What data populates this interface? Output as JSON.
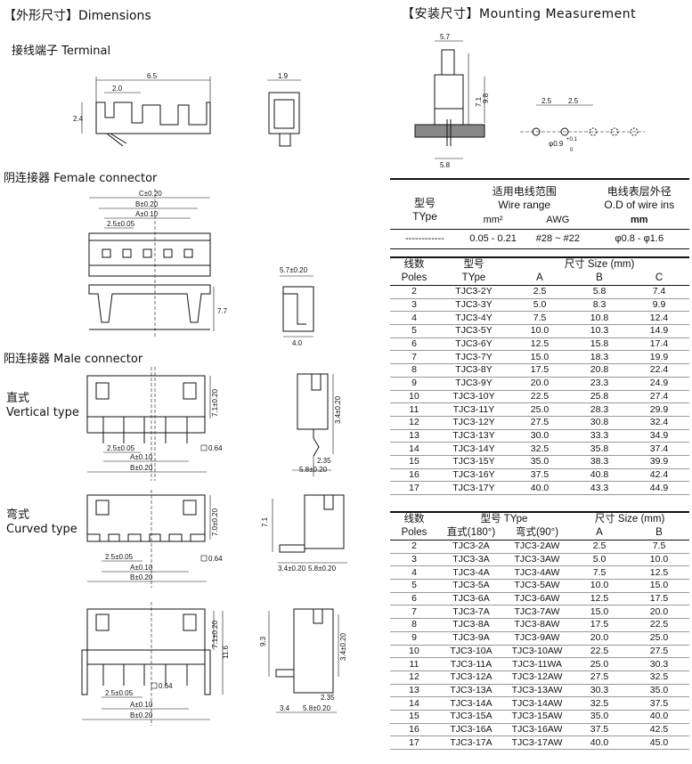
{
  "left": {
    "title": "【外形尺寸】Dimensions",
    "terminal": "接线端子 Terminal",
    "female": "阴连接器 Female connector",
    "male": "阳连接器 Male connector",
    "vertical_cn": "直式",
    "vertical_en": "Vertical type",
    "curved_cn": "弯式",
    "curved_en": "Curved type"
  },
  "right": {
    "title": "【安装尺寸】Mounting Measurement"
  },
  "dims": {
    "t_65": "6.5",
    "t_20": "2.0",
    "t_24": "2.4",
    "t_19": "1.9",
    "f_c": "C±0.20",
    "f_b": "B±0.20",
    "f_a": "A±0.10",
    "f_25": "2.5±0.05",
    "f_57": "5.7±0.20",
    "f_77": "7.7",
    "f_40": "4.0",
    "v_71": "7.1±0.20",
    "v_25": "2.5±0.05",
    "v_a": "A±0.10",
    "v_b": "B±0.20",
    "v_064": "0.64",
    "v_34": "3.4±0.20",
    "v_235": "2.35",
    "v_58": "5.8±0.20",
    "c_70": "7.0±0.20",
    "c_25": "2.5±0.05",
    "c_a": "A±0.10",
    "c_b": "B±0.20",
    "c_064": "0.64",
    "c_71": "7.1",
    "c_34": "3.4±0.20",
    "c_58": "5.8±0.20",
    "r_71": "7.1±0.20",
    "r_116": "11.6",
    "r_25": "2.5±0.05",
    "r_064": "0.64",
    "r_a": "A±0.10",
    "r_b": "B±0.20",
    "r_93": "9.3",
    "r_34v": "3.4±0.20",
    "r_235": "2.35",
    "r_34": "3.4",
    "r_58": "5.8±0.20",
    "m_57": "5.7",
    "m_98": "9.8",
    "m_71": "7.1",
    "m_58": "5.8",
    "m_25a": "2.5",
    "m_25b": "2.5",
    "m_hole": "φ0.9",
    "m_hole_tol": "+0.1",
    "m_hole_tol2": "0"
  },
  "wire_spec": {
    "h_type_cn": "型号",
    "h_type_en": "TYpe",
    "h_range_cn": "适用电线范围",
    "h_range_en": "Wire range",
    "h_od_cn": "电线表层外径",
    "h_od_en": "O.D of wire ins",
    "u_mm2": "mm²",
    "u_awg": "AWG",
    "u_mm": "mm",
    "v_type": "------------",
    "v_mm2": "0.05 - 0.21",
    "v_awg": "#28 ~ #22",
    "v_od": "φ0.8 - φ1.6"
  },
  "table1": {
    "h_poles_cn": "线数",
    "h_poles_en": "Poles",
    "h_type_cn": "型号",
    "h_type_en": "TYpe",
    "h_size": "尺寸 Size (mm)",
    "h_a": "A",
    "h_b": "B",
    "h_c": "C",
    "rows": [
      [
        "2",
        "TJC3-2Y",
        "2.5",
        "5.8",
        "7.4"
      ],
      [
        "3",
        "TJC3-3Y",
        "5.0",
        "8.3",
        "9.9"
      ],
      [
        "4",
        "TJC3-4Y",
        "7.5",
        "10.8",
        "12.4"
      ],
      [
        "5",
        "TJC3-5Y",
        "10.0",
        "10.3",
        "14.9"
      ],
      [
        "6",
        "TJC3-6Y",
        "12.5",
        "15.8",
        "17.4"
      ],
      [
        "7",
        "TJC3-7Y",
        "15.0",
        "18.3",
        "19.9"
      ],
      [
        "8",
        "TJC3-8Y",
        "17.5",
        "20.8",
        "22.4"
      ],
      [
        "9",
        "TJC3-9Y",
        "20.0",
        "23.3",
        "24.9"
      ],
      [
        "10",
        "TJC3-10Y",
        "22.5",
        "25.8",
        "27.4"
      ],
      [
        "11",
        "TJC3-11Y",
        "25.0",
        "28.3",
        "29.9"
      ],
      [
        "12",
        "TJC3-12Y",
        "27.5",
        "30.8",
        "32.4"
      ],
      [
        "13",
        "TJC3-13Y",
        "30.0",
        "33.3",
        "34.9"
      ],
      [
        "14",
        "TJC3-14Y",
        "32.5",
        "35.8",
        "37.4"
      ],
      [
        "15",
        "TJC3-15Y",
        "35.0",
        "38.3",
        "39.9"
      ],
      [
        "16",
        "TJC3-16Y",
        "37.5",
        "40.8",
        "42.4"
      ],
      [
        "17",
        "TJC3-17Y",
        "40.0",
        "43.3",
        "44.9"
      ]
    ]
  },
  "table2": {
    "h_poles_cn": "线数",
    "h_poles_en": "Poles",
    "h_type": "型号 TYpe",
    "h_size": "尺寸 Size (mm)",
    "h_straight": "直式(180°)",
    "h_curved": "弯式(90°)",
    "h_a": "A",
    "h_b": "B",
    "rows": [
      [
        "2",
        "TJC3-2A",
        "TJC3-2AW",
        "2.5",
        "7.5"
      ],
      [
        "3",
        "TJC3-3A",
        "TJC3-3AW",
        "5.0",
        "10.0"
      ],
      [
        "4",
        "TJC3-4A",
        "TJC3-4AW",
        "7.5",
        "12.5"
      ],
      [
        "5",
        "TJC3-5A",
        "TJC3-5AW",
        "10.0",
        "15.0"
      ],
      [
        "6",
        "TJC3-6A",
        "TJC3-6AW",
        "12.5",
        "17.5"
      ],
      [
        "7",
        "TJC3-7A",
        "TJC3-7AW",
        "15.0",
        "20.0"
      ],
      [
        "8",
        "TJC3-8A",
        "TJC3-8AW",
        "17.5",
        "22.5"
      ],
      [
        "9",
        "TJC3-9A",
        "TJC3-9AW",
        "20.0",
        "25.0"
      ],
      [
        "10",
        "TJC3-10A",
        "TJC3-10AW",
        "22.5",
        "27.5"
      ],
      [
        "11",
        "TJC3-11A",
        "TJC3-11WA",
        "25.0",
        "30.3"
      ],
      [
        "12",
        "TJC3-12A",
        "TJC3-12AW",
        "27.5",
        "32.5"
      ],
      [
        "13",
        "TJC3-13A",
        "TJC3-13AW",
        "30.3",
        "35.0"
      ],
      [
        "14",
        "TJC3-14A",
        "TJC3-14AW",
        "32.5",
        "37.5"
      ],
      [
        "15",
        "TJC3-15A",
        "TJC3-15AW",
        "35.0",
        "40.0"
      ],
      [
        "16",
        "TJC3-16A",
        "TJC3-16AW",
        "37.5",
        "42.5"
      ],
      [
        "17",
        "TJC3-17A",
        "TJC3-17AW",
        "40.0",
        "45.0"
      ]
    ]
  }
}
